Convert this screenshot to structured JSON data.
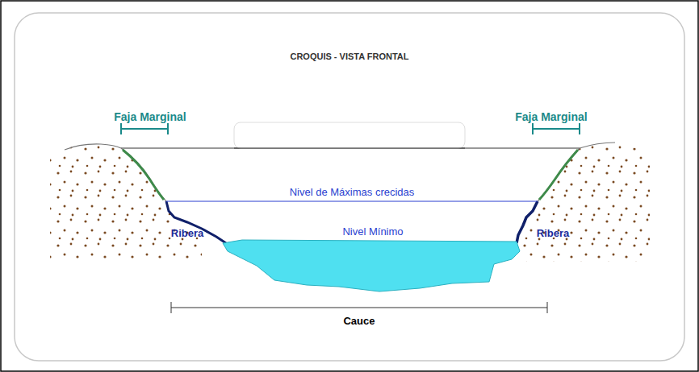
{
  "diagram": {
    "title": "CROQUIS - VISTA FRONTAL",
    "labels": [
      "Faja Marginal",
      "Faja Marginal",
      "Nivel de Máximas crecidas",
      "Ribera",
      "Nivel Mínimo",
      "Ribera",
      "Cauce"
    ]
  }
}
